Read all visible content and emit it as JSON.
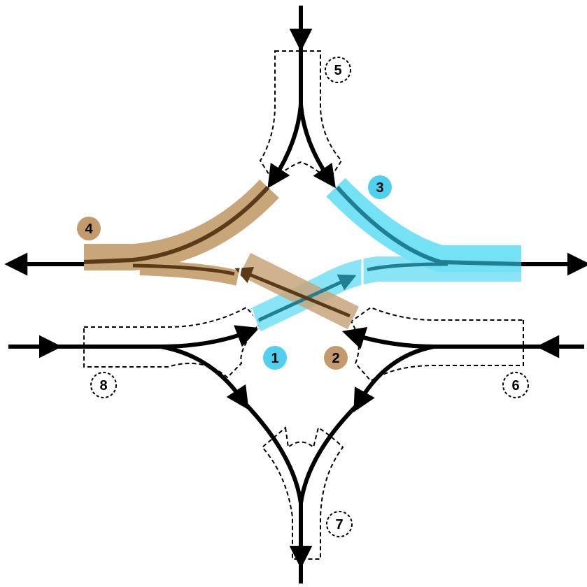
{
  "colors": {
    "background": "#ffffff",
    "road": "#000000",
    "tan_band": "#c9a57a",
    "tan_badge": "#c49a6c",
    "tan_line": "#5a3a17",
    "blue_band": "#74e1f5",
    "blue_badge": "#4fd0ee",
    "blue_line": "#1f7f93",
    "dashed_outline": "#000000"
  },
  "labels": {
    "l1": "1",
    "l2": "2",
    "l3": "3",
    "l4": "4",
    "l5": "5",
    "l6": "6",
    "l7": "7",
    "l8": "8"
  },
  "icons": {
    "arrowhead": "arrowhead-icon"
  }
}
